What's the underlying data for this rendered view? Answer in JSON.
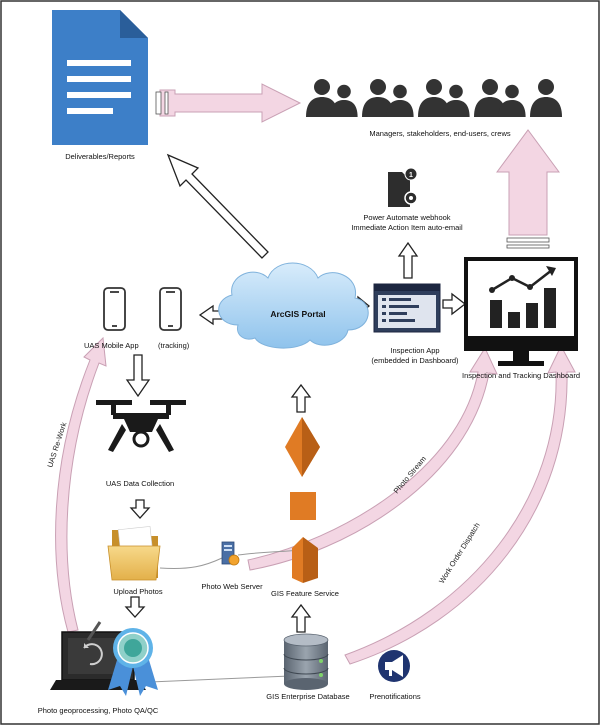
{
  "labels": {
    "deliverables": "Deliverables/Reports",
    "audience": "Managers, stakeholders, end-users, crews",
    "power_automate_1": "Power Automate webhook",
    "power_automate_2": "Immediate Action Item auto-email",
    "badge_count": "1",
    "arcgis_portal": "ArcGIS Portal",
    "uas_mobile_app": "UAS Mobile App",
    "tracking": "(tracking)",
    "inspection_app_1": "Inspection App",
    "inspection_app_2": "(embedded in Dashboard)",
    "dashboard": "Inspection and Tracking Dashboard",
    "uas_data_collection": "UAS Data Collection",
    "upload_photos": "Upload Photos",
    "photo_web_server": "Photo Web Server",
    "gis_feature_service": "GIS Feature Service",
    "photo_geoprocessing": "Photo geoprocessing, Photo QA/QC",
    "gis_enterprise_db": "GIS Enterprise Database",
    "prenotifications": "Prenotifications"
  },
  "flow_labels": {
    "uas_rework": "UAS Re-Work",
    "photo_stream": "Photo Stream",
    "work_order_dispatch": "Work Order Dispatch"
  },
  "colors": {
    "doc_blue": "#3d7fc8",
    "pink_arrow_fill": "#f3d6e3",
    "pink_arrow_stroke": "#c9a0b4",
    "cloud_blue": "#9fcdf0",
    "person": "#333333",
    "aws_orange": "#e07b24",
    "aws_orange_dark": "#b85f16",
    "prenotify_navy": "#1f3470"
  }
}
